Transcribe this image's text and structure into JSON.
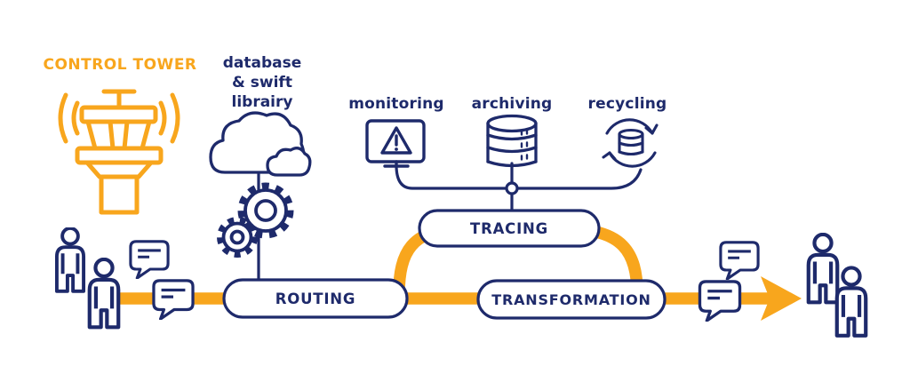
{
  "colors": {
    "orange": "#F8A61D",
    "navy": "#1E2A6B"
  },
  "labels": {
    "control_tower": "CONTROL TOWER",
    "database_library": "database\n& swift\nlibrairy",
    "monitoring": "monitoring",
    "archiving": "archiving",
    "recycling": "recycling"
  },
  "stages": {
    "routing": "ROUTING",
    "tracing": "TRACING",
    "transformation": "TRANSFORMATION"
  },
  "icons": {
    "control_tower": "control-tower-icon",
    "database_library": "cloud-and-gears-icon",
    "monitoring": "monitor-alert-icon",
    "archiving": "database-stack-icon",
    "recycling": "recycling-database-icon",
    "left_users": "people-icon",
    "right_users": "people-icon",
    "messages": "speech-bubble-icon",
    "flow": "orange-arrow-right"
  }
}
